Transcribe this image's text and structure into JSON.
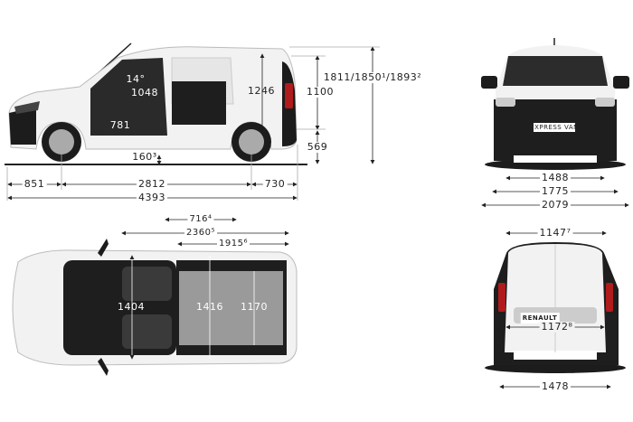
{
  "side_view": {
    "angle": "14°",
    "seat_to_roof": "1048",
    "cargo_height": "1246",
    "rear_opening_height": "1100",
    "overall_height": "1811/1850¹/1893²",
    "side_door_width": "781",
    "load_sill_height": "569",
    "ground_clearance": "160³",
    "front_overhang": "851",
    "wheelbase": "2812",
    "rear_overhang": "730",
    "overall_length": "4393"
  },
  "top_view": {
    "partition_width": "716⁴",
    "max_load_length": "2360⁵",
    "floor_length": "1915⁶",
    "cab_width": "1404",
    "cargo_width": "1416",
    "width_between_arches": "1170"
  },
  "front_view": {
    "plate_text": "EXPRESS VAN",
    "front_track": "1488",
    "width_no_mirrors": "1775",
    "width_with_mirrors": "2079"
  },
  "rear_view": {
    "upper_opening_width": "1147⁷",
    "lower_opening_width": "1172⁸",
    "rear_track": "1478",
    "badge_text": "RENAULT"
  },
  "colors": {
    "body": "#f2f2f2",
    "trim": "#1c1c1c",
    "glass": "#3a3a3a",
    "cargo_floor": "#9a9a9a",
    "tail_light": "#b01c1c"
  }
}
